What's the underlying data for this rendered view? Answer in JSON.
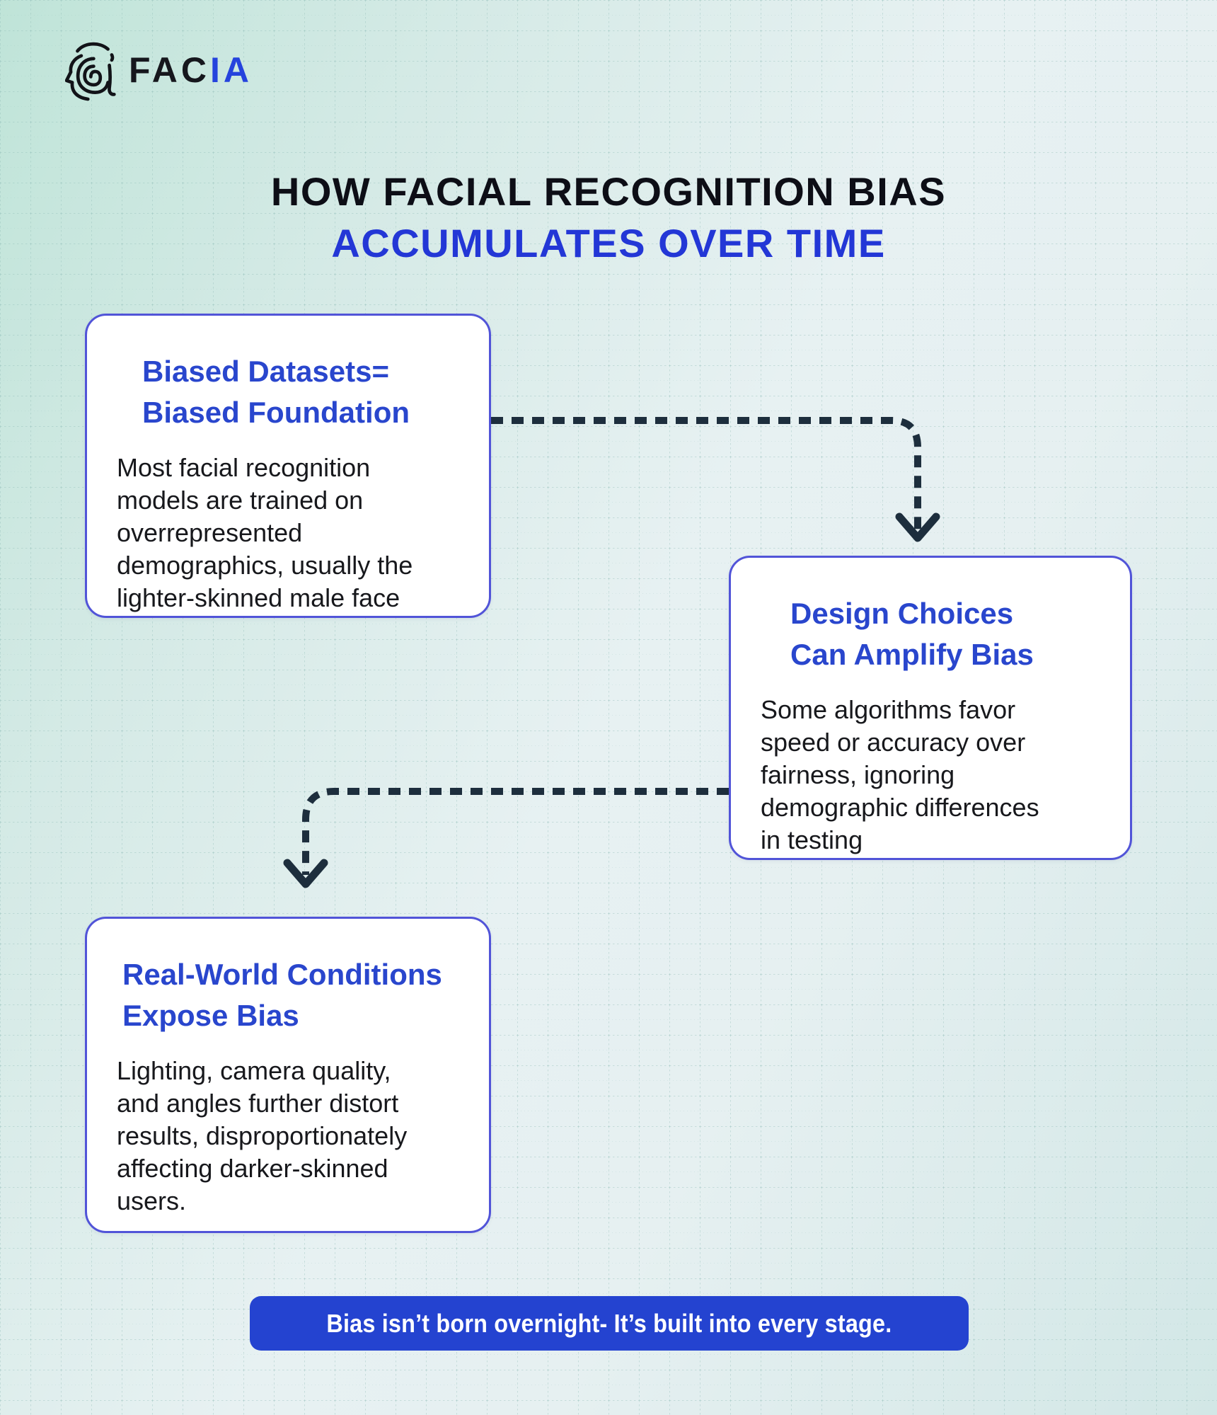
{
  "brand": {
    "icon": "face-fingerprint-icon",
    "wordmark_black": "FAC",
    "wordmark_blue": "IA"
  },
  "title": {
    "line1": "HOW FACIAL RECOGNITION BIAS",
    "line2": "ACCUMULATES OVER TIME"
  },
  "cards": [
    {
      "heading": "Biased Datasets=\nBiased Foundation",
      "body": "Most facial recognition\nmodels are trained on\noverrepresented\ndemographics, usually the\nlighter-skinned male face"
    },
    {
      "heading": "Design Choices\nCan Amplify Bias",
      "body": "Some algorithms favor\nspeed or accuracy over\nfairness, ignoring\ndemographic differences\nin testing"
    },
    {
      "heading": "Real-World Conditions\nExpose Bias",
      "body": "Lighting, camera quality,\nand angles further distort\nresults, disproportionately\naffecting darker-skinned\nusers."
    }
  ],
  "banner": {
    "text": "Bias isn’t born overnight- It’s built into every stage."
  },
  "colors": {
    "background_teal": "#bfe4d8",
    "background_pale": "#e7f1f2",
    "title_dark": "#0d0e16",
    "title_blue": "#2337d6",
    "card_heading_blue": "#2946cd",
    "card_border": "#5154d8",
    "card_body_text": "#17181c",
    "arrow": "#1d2e3d",
    "banner_bg": "#2443d0",
    "banner_text": "#ffffff",
    "logo_blue": "#2543dd",
    "logo_black": "#16171d"
  }
}
